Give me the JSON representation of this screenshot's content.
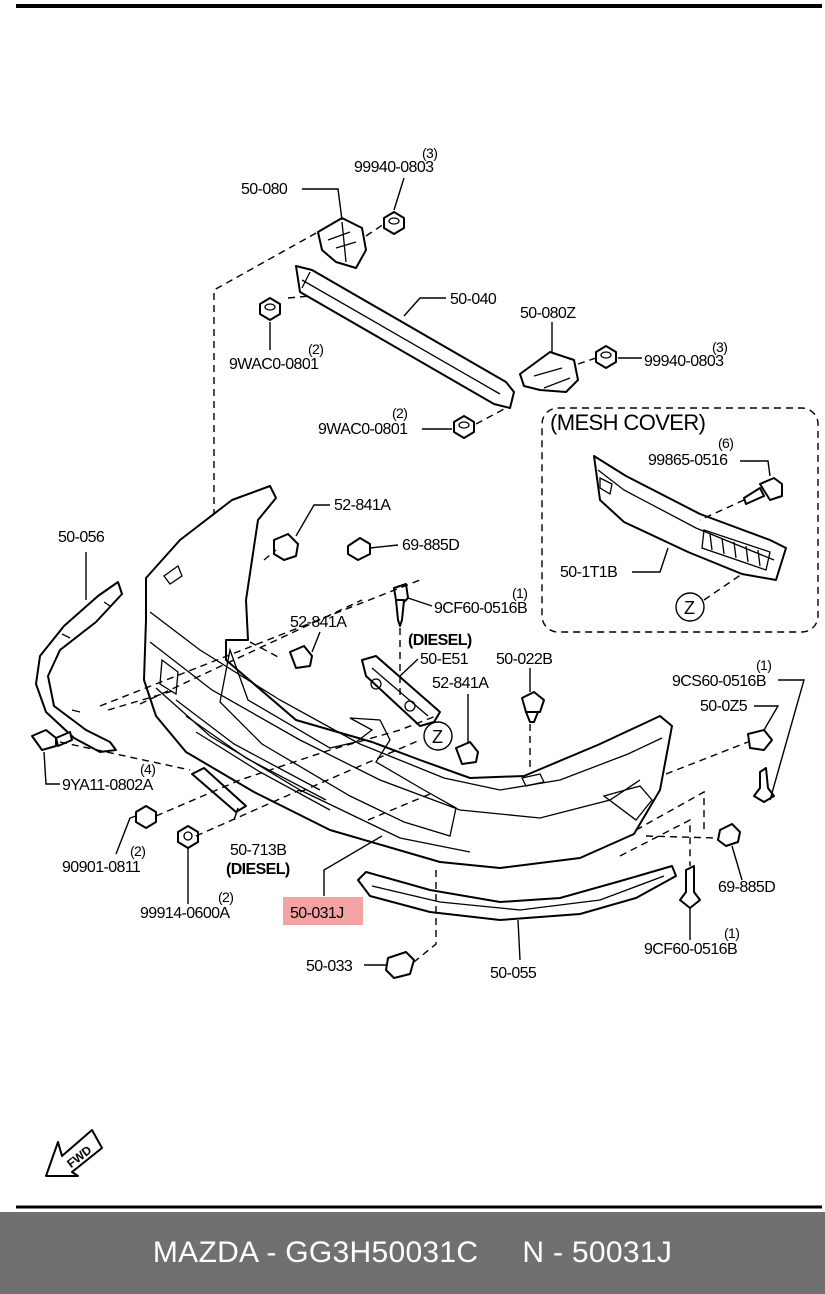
{
  "labels": {
    "p50_080": "50-080",
    "p99940_top": "99940-0803",
    "q3_top": "(3)",
    "p50_040": "50-040",
    "p50_080z": "50-080Z",
    "p99940_right": "99940-0803",
    "q3_right": "(3)",
    "p9wac_upper": "9WAC0-0801",
    "q2_wac_upper": "(2)",
    "p9wac_lower": "9WAC0-0801",
    "q2_wac_lower": "(2)",
    "mesh_cover": "(MESH COVER)",
    "p99865": "99865-0516",
    "q6": "(6)",
    "p50_1t1b": "50-1T1B",
    "zone_z_mesh": "Z",
    "p52_841a_top": "52-841A",
    "p69_885d_top": "69-885D",
    "p50_056": "50-056",
    "p9cf60_upper": "9CF60-0516B",
    "q1_cf_upper": "(1)",
    "p52_841a_mid": "52-841A",
    "diesel_upper": "(DIESEL)",
    "p50_e51": "50-E51",
    "p50_022b": "50-022B",
    "p52_841a_lower": "52-841A",
    "p9cs60": "9CS60-0516B",
    "q1_cs": "(1)",
    "p50_0z5": "50-0Z5",
    "zone_z_main": "Z",
    "p9ya11": "9YA11-0802A",
    "q4": "(4)",
    "p90901": "90901-0811",
    "q2_90901": "(2)",
    "p50_713b": "50-713B",
    "diesel_lower": "(DIESEL)",
    "p99914": "99914-0600A",
    "q2_99914": "(2)",
    "p50_031j": "50-031J",
    "p69_885d_right": "69-885D",
    "p9cf60_lower": "9CF60-0516B",
    "q1_cf_lower": "(1)",
    "p50_033": "50-033",
    "p50_055": "50-055",
    "fwd": "FWD"
  },
  "highlight_color": "#f4a3a3",
  "footer": {
    "brand_part": "MAZDA - GG3H50031C",
    "short_part": "N - 50031J",
    "background": "#707070"
  },
  "icons": {
    "fwd": "fwd-arrow-icon"
  }
}
